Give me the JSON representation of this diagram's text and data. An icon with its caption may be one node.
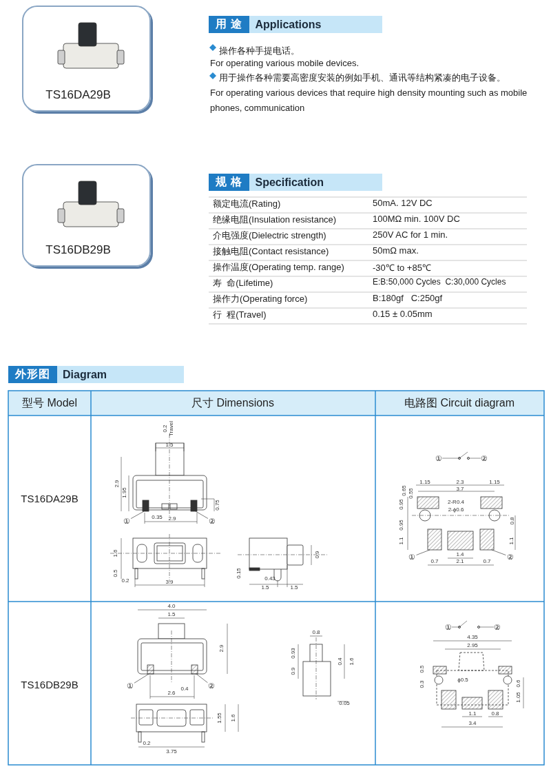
{
  "diagram": {
    "nodes": [
      {
        "text": [
          "TS16DA29B"
        ]
      },
      {
        "text": [
          "用 途",
          "Applications"
        ]
      },
      {
        "text": [
          "TS16DB29B"
        ]
      },
      {
        "text": [
          "规 格",
          "Specification"
        ]
      },
      {
        "text": [
          "外形图",
          "Diagram"
        ]
      },
      {
        "text": [
          "①"
        ]
      },
      {
        "text": [
          "②"
        ]
      },
      {
        "text": [
          "①"
        ]
      },
      {
        "text": [
          "②"
        ]
      },
      {
        "text": [
          "①"
        ]
      },
      {
        "text": [
          "②"
        ]
      },
      {
        "text": [],
        "shape": "box"
      },
      {
        "text": [],
        "shape": "box"
      },
      {
        "text": [],
        "shape": "box"
      },
      {
        "text": [],
        "shape": "box"
      },
      {
        "text": [],
        "shape": "box"
      },
      {
        "text": [],
        "shape": "box"
      }
    ],
    "edges": [
      {
        "from": 5,
        "to": 11,
        "arrow": "none"
      },
      {
        "from": 6,
        "to": 12,
        "arrow": "none"
      },
      {
        "from": 7,
        "to": 13,
        "arrow": "none"
      },
      {
        "from": 8,
        "to": 14,
        "arrow": "none"
      },
      {
        "from": 9,
        "to": 15,
        "arrow": "none"
      },
      {
        "from": 10,
        "to": 16,
        "arrow": "none"
      }
    ],
    "labels": [
      "操作各种手提电话。",
      "For operating various mobile devices.",
      "用于操作各种需要高密度安装的例如手机、通讯等结构紧凑的电子设备。",
      "For operating various devices that require high density mounting such as mobile phones, communication",
      "额定电流(Rating)",
      "50mA. 12V DC",
      "绝缘电阻(Insulation resistance)",
      "100MΩ min. 100V DC",
      "介电强度(Dielectric strength)",
      "250V AC for 1 min.",
      "接触电阻(Contact resistance)",
      "50mΩ max.",
      "操作温度(Operating temp. range)",
      "-30℃ to +85℃",
      "寿  命(Lifetime)",
      "E:B:50,000 Cycles  C:30,000 Cycles",
      "操作力(Operating force)",
      "B:180gf   C:250gf",
      "行  程(Travel)",
      "0.15 ± 0.05mm",
      "型号 Model",
      "尺寸 Dimensions",
      "电路图 Circuit diagram",
      "TS16DA29B",
      "TS16DB29B",
      "0.2",
      "Travel",
      "1.5",
      "2.9",
      "1.95",
      "0.75",
      "0.35",
      "2.9",
      "1.6",
      "0.5",
      "0.2",
      "3.9",
      "0.9",
      "0.15",
      "0.43",
      "1.5",
      "1.5",
      "①",
      "②",
      "1.15",
      "2.3",
      "1.15",
      "3.7",
      "0.65",
      "0.55",
      "0.95",
      "2-R0.4",
      "2-ϕ0.6",
      "0.95",
      "0.8",
      "1.1",
      "1.1",
      "1.4",
      "0.7",
      "2.1",
      "0.7",
      "4.0",
      "1.5",
      "2.9",
      "0.4",
      "2.6",
      "1.55",
      "1.6",
      "0.2",
      "3.75",
      "0.8",
      "0.93",
      "0.9",
      "0.4",
      "1.6",
      "0.05",
      "①",
      "②",
      "4.35",
      "2.95",
      "0.5",
      "ϕ0.5",
      "0.3",
      "0.6",
      "1.05",
      "1.1",
      "0.8",
      "3.4"
    ]
  }
}
